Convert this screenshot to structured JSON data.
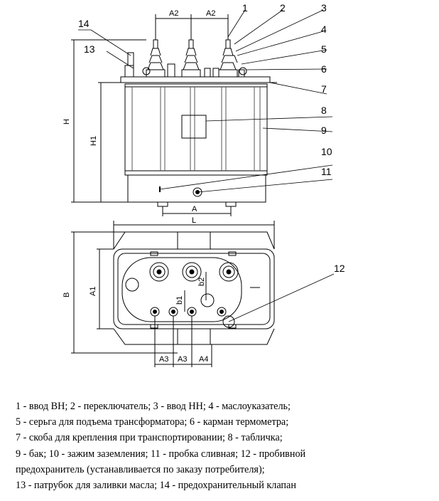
{
  "callouts": [
    "1",
    "2",
    "3",
    "4",
    "5",
    "6",
    "7",
    "8",
    "9",
    "10",
    "11",
    "12",
    "13",
    "14"
  ],
  "dimensions": {
    "a2_left": "A2",
    "a2_right": "A2",
    "h": "H",
    "h1": "H1",
    "a": "A",
    "l": "L",
    "b": "B",
    "a1": "A1",
    "a3_left": "A3",
    "a3_mid": "A3",
    "a4": "A4",
    "b1": "b1",
    "b2": "b2"
  },
  "legend": [
    "1 - ввод ВН; 2 - переключатель; 3 - ввод НН; 4 - маслоуказатель;",
    "5 - серьга для подъема трансформатора; 6 - карман термометра;",
    "7 - скоба для крепления при транспортировании; 8 - табличка;",
    "9 - бак; 10 - зажим заземления; 11 - пробка сливная; 12 - пробивной",
    "предохранитель (устанавливается по заказу потребителя);",
    "13 - патрубок для заливки масла; 14 - предохранительный клапан"
  ]
}
